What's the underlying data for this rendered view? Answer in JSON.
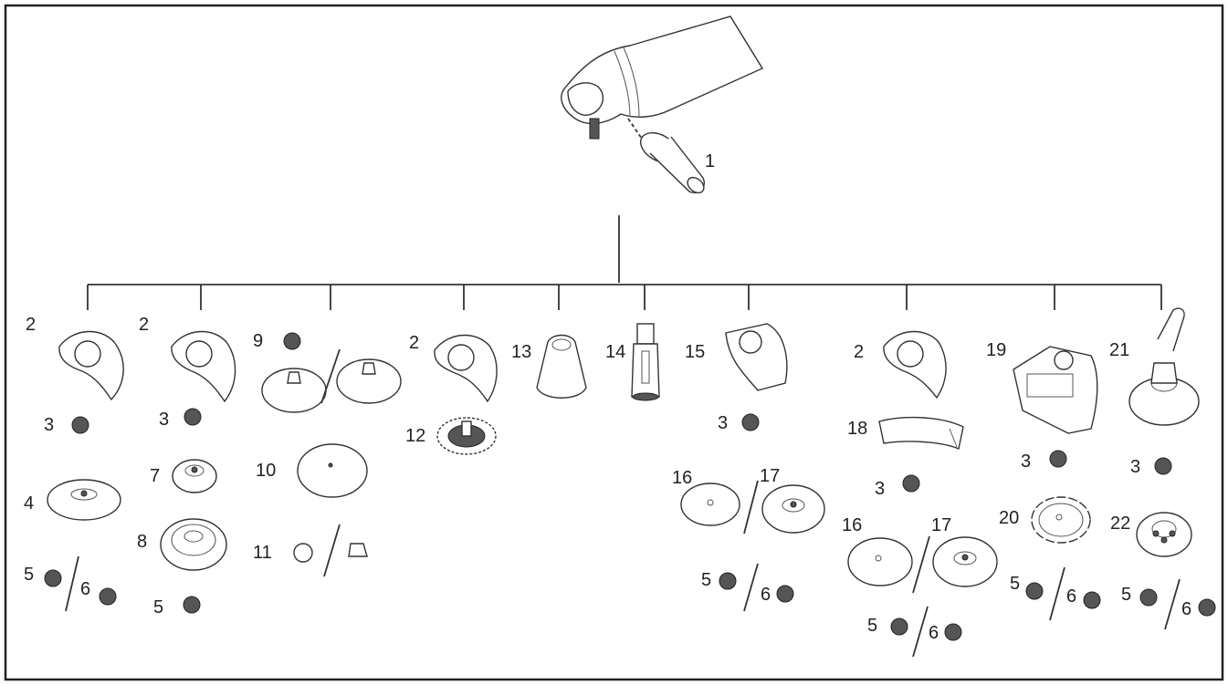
{
  "labels": {
    "n1": "1",
    "n2": "2",
    "n3": "3",
    "n4": "4",
    "n5": "5",
    "n6": "6",
    "n7": "7",
    "n8": "8",
    "n9": "9",
    "n10": "10",
    "n11": "11",
    "n12": "12",
    "n13": "13",
    "n14": "14",
    "n15": "15",
    "n16": "16",
    "n17": "17",
    "n18": "18",
    "n19": "19",
    "n20": "20",
    "n21": "21",
    "n22": "22"
  },
  "colors": {
    "line": "#333333",
    "nut": "#555555",
    "background": "#ffffff"
  }
}
